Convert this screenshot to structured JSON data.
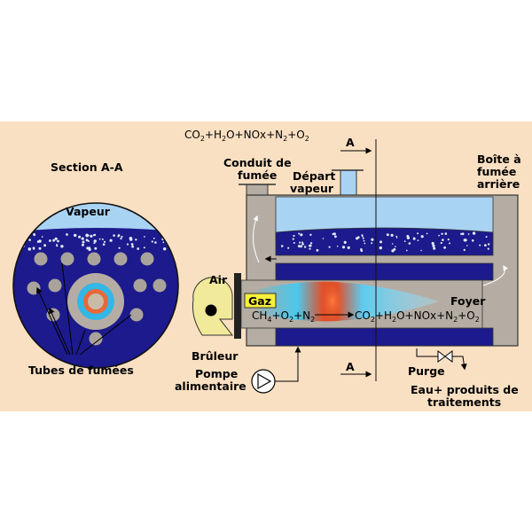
{
  "colors": {
    "background": "#fae0c2",
    "shell": "#b5ada3",
    "water": "#1c1a8c",
    "steam": "#a9d3f3",
    "flame_core": "#e0502a",
    "flame_outer": "#3cc0ea",
    "burner": "#f0ea9a",
    "gaz_box": "#f6ef3c",
    "tube": "#a9a39c"
  },
  "labels": {
    "section": "Section A-A",
    "vapeur": "Vapeur",
    "tubes": "Tubes de fumées",
    "conduit_line1": "Conduit de",
    "conduit_line2": "fumée",
    "depart_line1": "Départ",
    "depart_line2": "vapeur",
    "boite_line1": "Boîte à",
    "boite_line2": "fumée",
    "boite_line3": "arrière",
    "air": "Air",
    "gaz": "Gaz",
    "foyer": "Foyer",
    "bruleur": "Brûleur",
    "pompe_line1": "Pompe",
    "pompe_line2": "alimentaire",
    "purge": "Purge",
    "eau_line1": "Eau+ produits de",
    "eau_line2": "traitements",
    "section_marker": "A"
  },
  "icons": {
    "pump": "pump-icon",
    "valve": "valve-icon",
    "fan": "fan-icon"
  }
}
